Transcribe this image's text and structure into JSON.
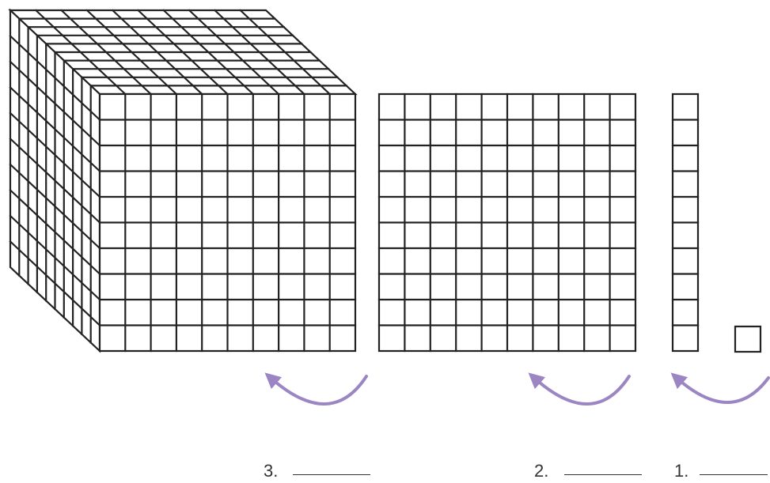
{
  "colors": {
    "grid_line": "#222222",
    "face_fill": "#ffffff",
    "arrow": "#9b86c3",
    "text": "#333333"
  },
  "blocks": {
    "cube": {
      "units_per_edge": 10
    },
    "flat": {
      "rows": 10,
      "cols": 10
    },
    "rod": {
      "units": 10
    },
    "unit": {
      "units": 1
    }
  },
  "arrows": [
    {
      "from": "flat",
      "to": "cube",
      "icon": "curved-arrow-left"
    },
    {
      "from": "rod",
      "to": "flat",
      "icon": "curved-arrow-left"
    },
    {
      "from": "unit",
      "to": "rod",
      "icon": "curved-arrow-left"
    }
  ],
  "blanks": [
    {
      "label": "3."
    },
    {
      "label": "2."
    },
    {
      "label": "1."
    }
  ]
}
